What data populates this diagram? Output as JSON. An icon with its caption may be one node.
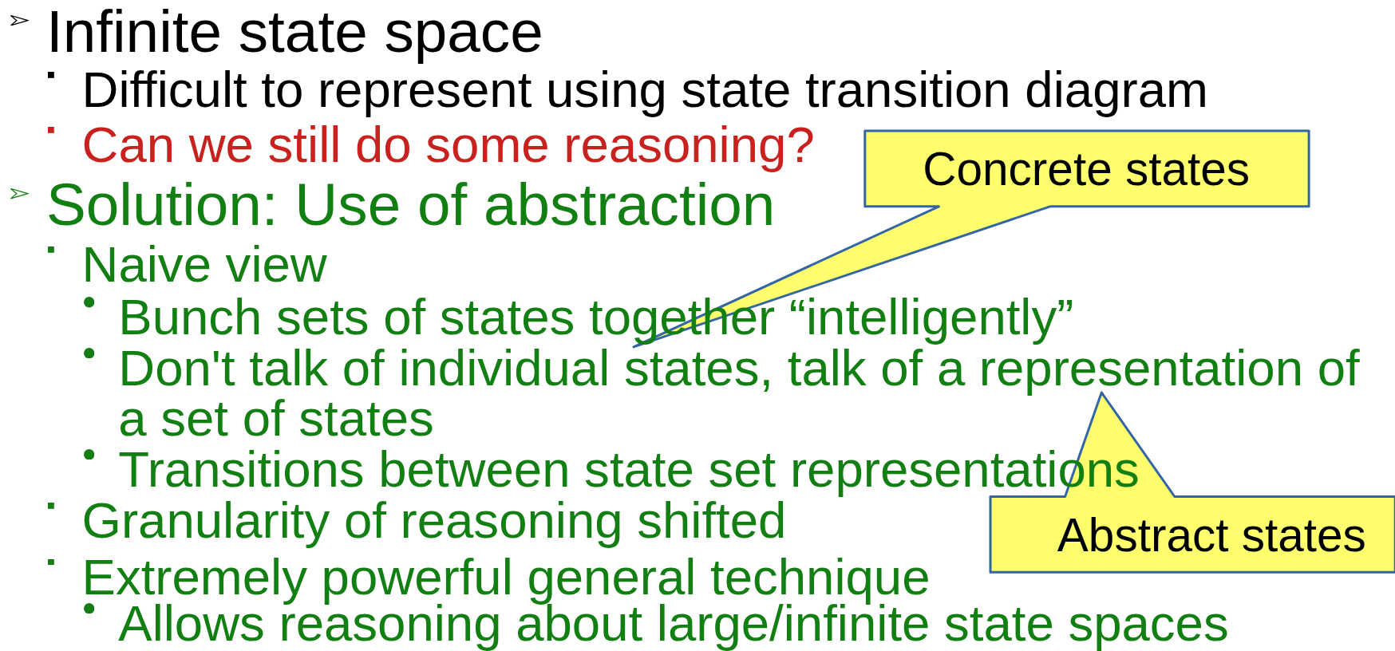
{
  "diagram": {
    "nodes": [
      {
        "text": [
          "Concrete states"
        ]
      },
      {
        "text": [
          "Abstract states"
        ]
      }
    ],
    "labels": [
      "Infinite state space",
      "Difficult to represent using state transition diagram",
      "Can we still do some reasoning?",
      "Solution: Use of abstraction",
      "Naive view",
      "Bunch sets of states together “intelligently”",
      "Don't talk of individual states, talk of a representation of a set of states",
      "Transitions between state set representations",
      "Granularity of reasoning shifted",
      "Extremely powerful general technique",
      "Allows reasoning about large/infinite state spaces"
    ]
  }
}
